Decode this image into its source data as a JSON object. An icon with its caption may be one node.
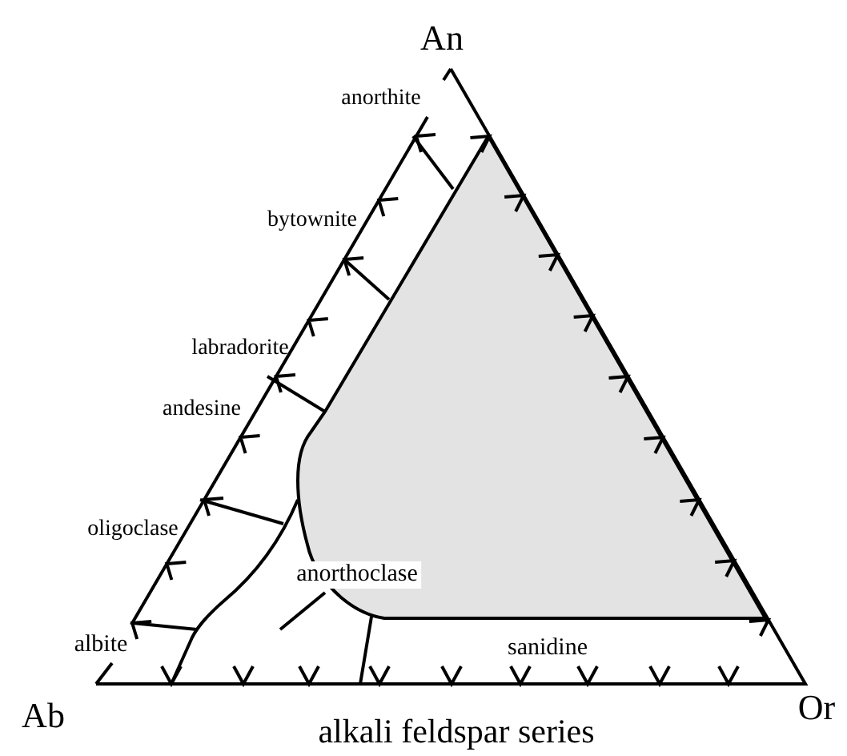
{
  "diagram": {
    "caption": "alkali feldspar series",
    "labels": [
      "An",
      "anorthite",
      "bytownite",
      "labradorite",
      "andesine",
      "oligoclase",
      "anorthoclase",
      "albite",
      "sanidine",
      "Ab",
      "Or"
    ]
  }
}
